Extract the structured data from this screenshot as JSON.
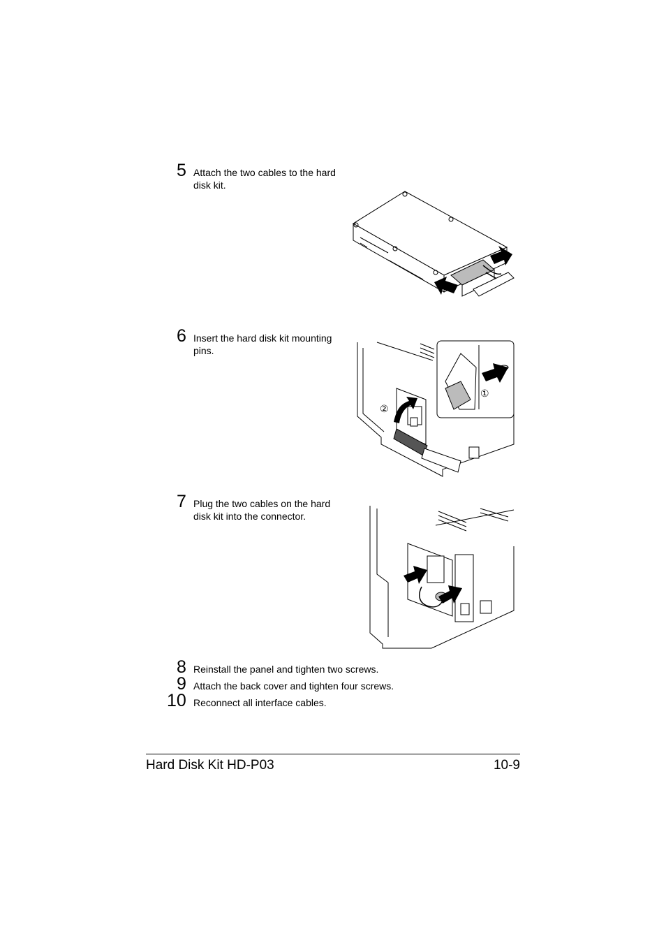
{
  "steps": [
    {
      "number": "5",
      "text_line1": "Attach the two cables to the hard",
      "text_line2": "disk kit."
    },
    {
      "number": "6",
      "text_line1": "Insert the hard disk kit mounting",
      "text_line2": "pins."
    },
    {
      "number": "7",
      "text_line1": "Plug the two cables on the hard",
      "text_line2": "disk kit into the connector."
    },
    {
      "number": "8",
      "text_line1": "Reinstall the panel and tighten two screws."
    },
    {
      "number": "9",
      "text_line1": "Attach the back cover and tighten four screws."
    },
    {
      "number": "10",
      "text_line1": "Reconnect all interface cables."
    }
  ],
  "callouts": {
    "one": "①",
    "two": "②"
  },
  "footer": {
    "title": "Hard Disk Kit HD-P03",
    "page": "10-9"
  }
}
